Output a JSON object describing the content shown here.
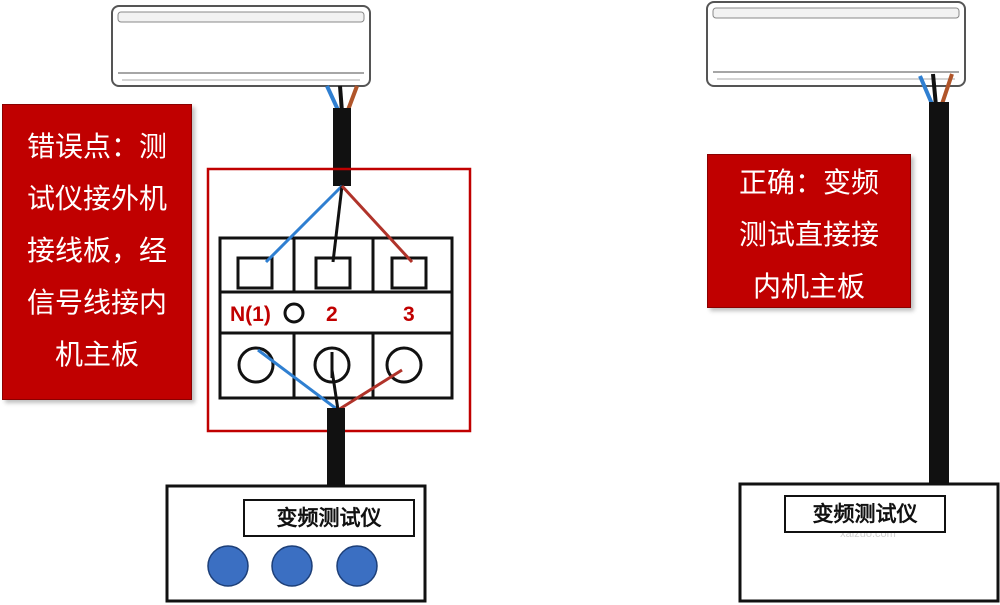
{
  "left_panel": {
    "error_note": {
      "lines": [
        "错误点：测",
        "试仪接外机",
        "接线板，经",
        "信号线接内",
        "机主板"
      ]
    },
    "terminal_labels": [
      "N(1)",
      "2",
      "3"
    ],
    "tester_label": "变频测试仪",
    "tester_buttons": 3
  },
  "right_panel": {
    "correct_note": {
      "lines": [
        "正确：变频",
        "测试直接接",
        "内机主板"
      ]
    },
    "tester_label": "变频测试仪",
    "watermark": "xaizuo.com"
  },
  "colors": {
    "note_background": "#c00000",
    "note_text": "#ffffff",
    "wire_blue": "#2f7fd1",
    "wire_red": "#b0332a",
    "wire_black": "#111111",
    "button_blue": "#3b6fc2",
    "frame_red": "#c00000"
  },
  "icons": [
    "indoor-unit",
    "terminal-block",
    "cable",
    "tester-device"
  ]
}
